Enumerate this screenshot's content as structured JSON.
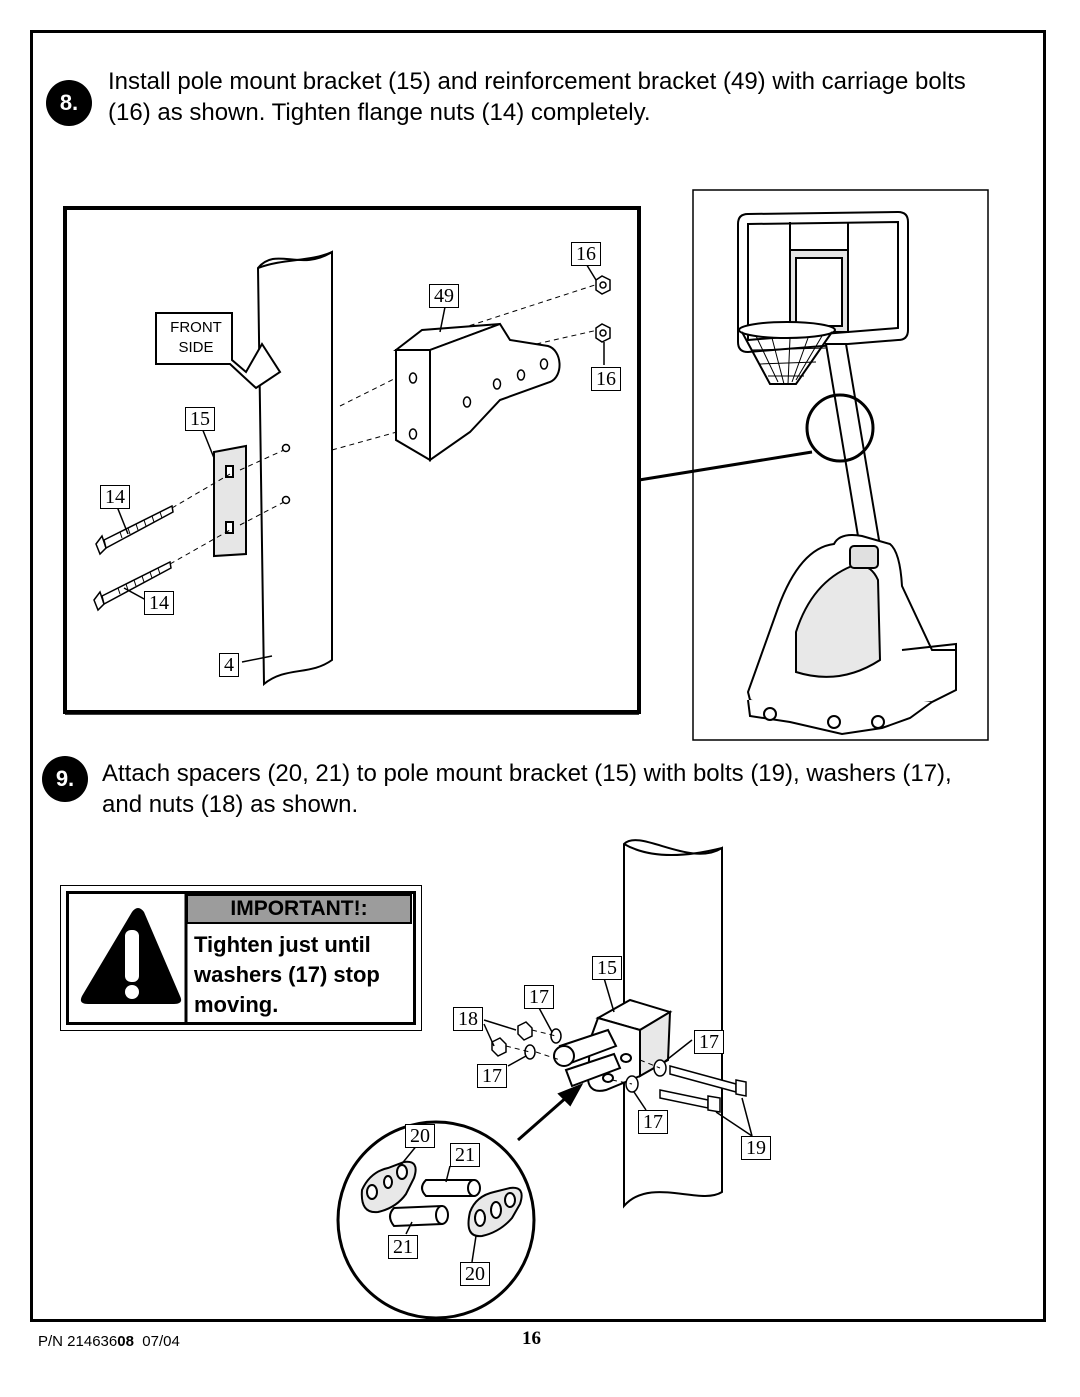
{
  "step8": {
    "number": "8.",
    "text_line1": "Install pole mount bracket (15) and reinforcement bracket (49) with carriage bolts",
    "text_line2": "(16) as shown.  Tighten flange nuts (14) completely.",
    "front_side_line1": "FRONT",
    "front_side_line2": "SIDE",
    "callouts": [
      "16",
      "49",
      "16",
      "15",
      "14",
      "14",
      "4"
    ]
  },
  "step9": {
    "number": "9.",
    "text_line1": "Attach spacers (20, 21) to pole mount bracket (15) with bolts (19), washers (17),",
    "text_line2": "and nuts (18) as shown.",
    "callouts": [
      "15",
      "17",
      "18",
      "17",
      "17",
      "17",
      "19",
      "20",
      "21",
      "21",
      "20"
    ]
  },
  "warning": {
    "heading": "IMPORTANT!:",
    "line1": "Tighten just until",
    "line2": "washers (17) stop",
    "line3": "moving."
  },
  "footer": {
    "pn_prefix": "P/N 214636",
    "pn_bold": "08",
    "date": "07/04",
    "page_number": "16"
  }
}
